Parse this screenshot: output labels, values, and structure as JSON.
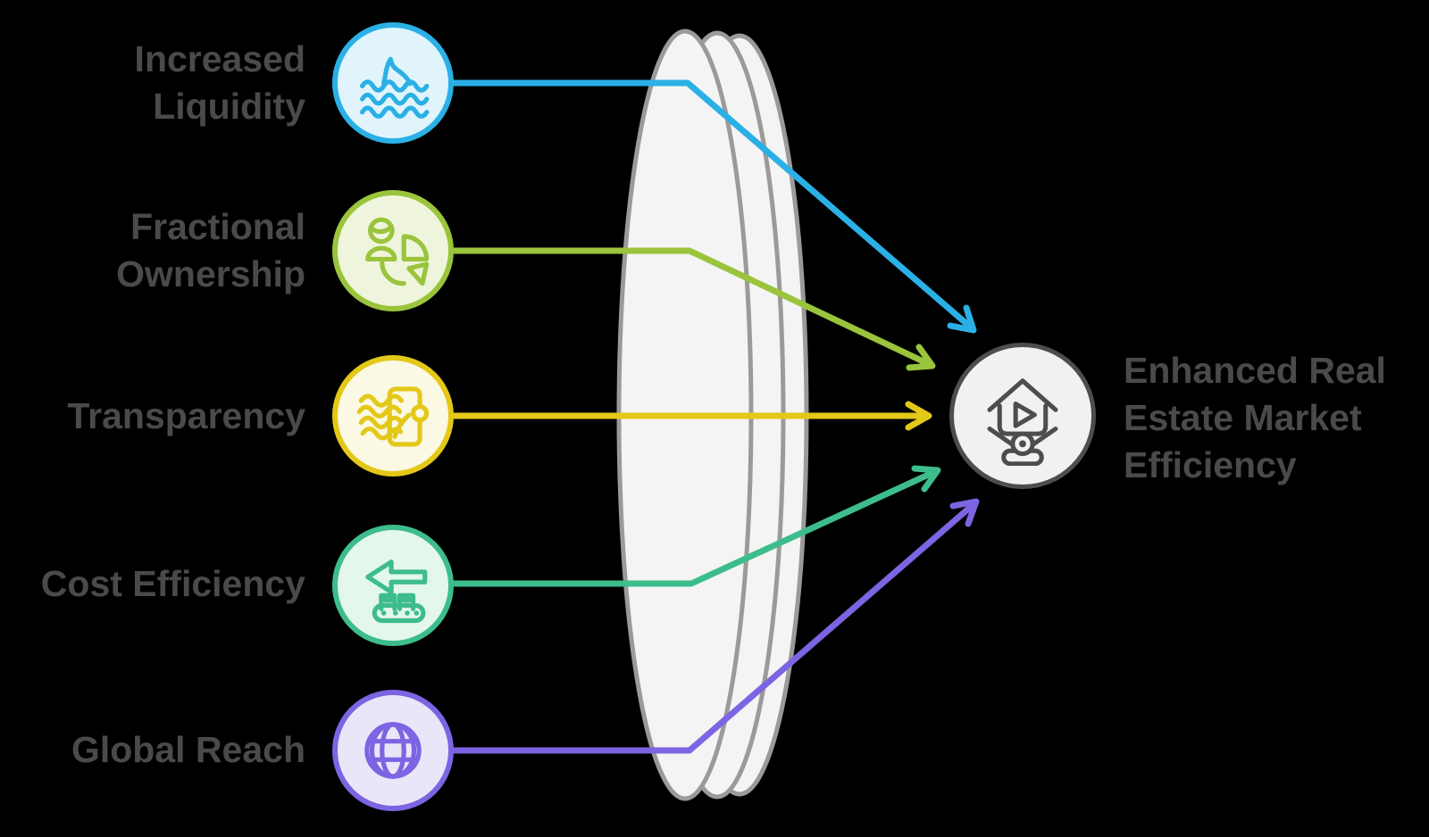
{
  "items": [
    {
      "label": "Increased\nLiquidity",
      "color": "#2bb0e6",
      "fill": "#e1f4fb",
      "icon": "shark-fin-waves"
    },
    {
      "label": "Fractional\nOwnership",
      "color": "#9ac43c",
      "fill": "#eff5dc",
      "icon": "person-pie-chart"
    },
    {
      "label": "Transparency",
      "color": "#e3c818",
      "fill": "#fbf8e3",
      "icon": "door-wind"
    },
    {
      "label": "Cost Efficiency",
      "color": "#3dbd8b",
      "fill": "#e3f7ed",
      "icon": "conveyor-return-arrow"
    },
    {
      "label": "Global Reach",
      "color": "#7d64e2",
      "fill": "#eae6fa",
      "icon": "globe"
    }
  ],
  "result": {
    "label": "Enhanced Real\nEstate Market\nEfficiency",
    "icon": "house-video-projector"
  },
  "colors": {
    "background": "#000000",
    "text": "#4a4a4a",
    "lens_fill": "#f4f4f4",
    "lens_stroke": "#9a9a9a",
    "result_fill": "#f1f1f1",
    "result_stroke": "#4d4d4d"
  }
}
